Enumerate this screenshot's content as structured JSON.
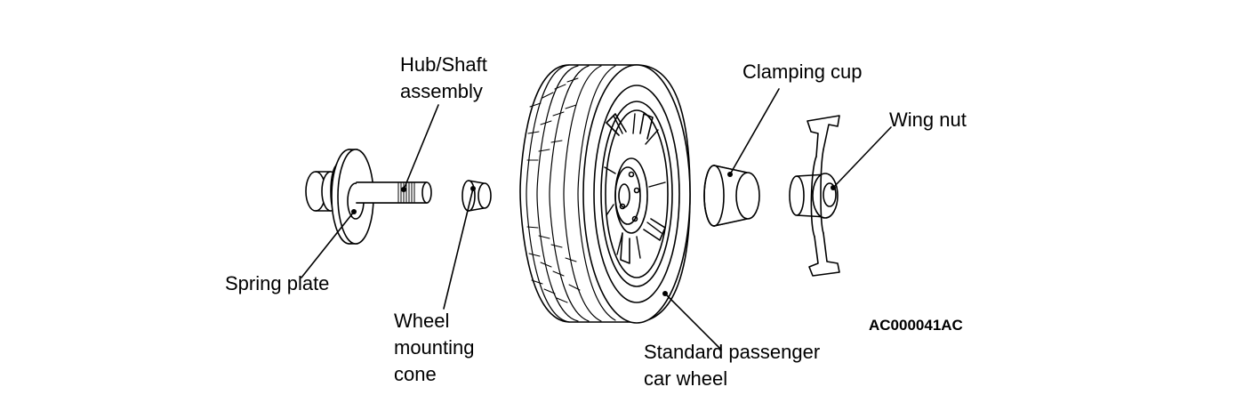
{
  "labels": {
    "hub_shaft": "Hub/Shaft\nassembly",
    "spring_plate": "Spring plate",
    "mounting_cone": "Wheel\nmounting\ncone",
    "wheel": "Standard passenger\ncar wheel",
    "clamping_cup": "Clamping cup",
    "wing_nut": "Wing nut"
  },
  "figure_code": "AC000041AC"
}
